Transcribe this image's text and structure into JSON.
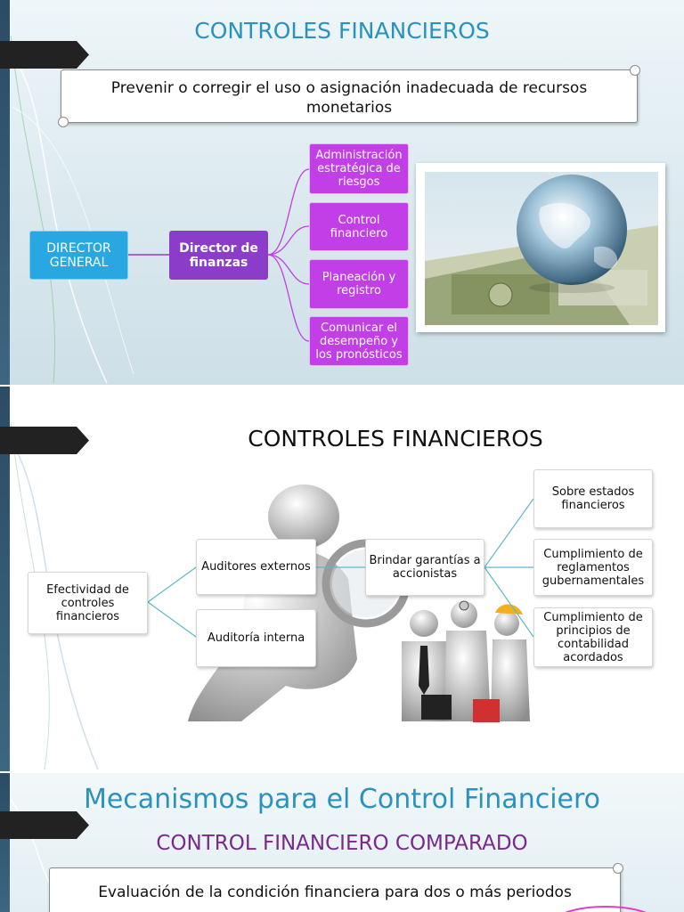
{
  "slide1": {
    "title": "CONTROLES FINANCIEROS",
    "banner": "Prevenir o corregir el uso o asignación inadecuada de recursos monetarios",
    "director_general": "DIRECTOR GENERAL",
    "director_finanzas": "Director de finanzas",
    "functions": [
      "Administración estratégica de riesgos",
      "Control financiero",
      "Planeación y registro",
      "Comunicar el desempeño y los pronósticos"
    ]
  },
  "slide2": {
    "title": "CONTROLES FINANCIEROS",
    "root": "Efectividad de controles financieros",
    "auditors": [
      "Auditores externos",
      "Auditoría interna"
    ],
    "guarantee": "Brindar garantías a accionistas",
    "outcomes": [
      "Sobre estados financieros",
      "Cumplimiento de reglamentos gubernamentales",
      "Cumplimiento de principios de contabilidad acordados"
    ]
  },
  "slide3": {
    "title": "Mecanismos para el Control Financiero",
    "subtitle": "CONTROL FINANCIERO COMPARADO",
    "banner": "Evaluación de la condición financiera para dos o más periodos"
  },
  "colors": {
    "title_blue": "#2a92bf",
    "purple": "#c23ee6",
    "dark_purple": "#8b3dc9",
    "cyan": "#29a7e1",
    "subtitle_purple": "#7a2a8c",
    "connector_teal": "#5fb8cc"
  }
}
